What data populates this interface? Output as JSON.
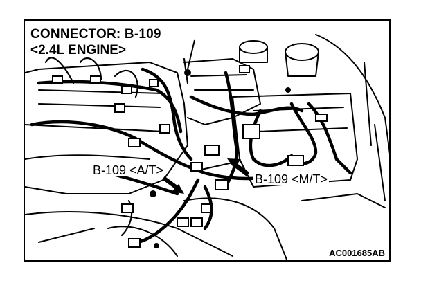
{
  "diagram": {
    "title_line1": "CONNECTOR: B-109",
    "title_line2": "<2.4L ENGINE>",
    "label_at": "B-109 <A/T>",
    "label_mt": "B-109 <M/T>",
    "figure_code": "AC001685AB"
  },
  "colors": {
    "ink": "#000000",
    "paper": "#ffffff"
  }
}
